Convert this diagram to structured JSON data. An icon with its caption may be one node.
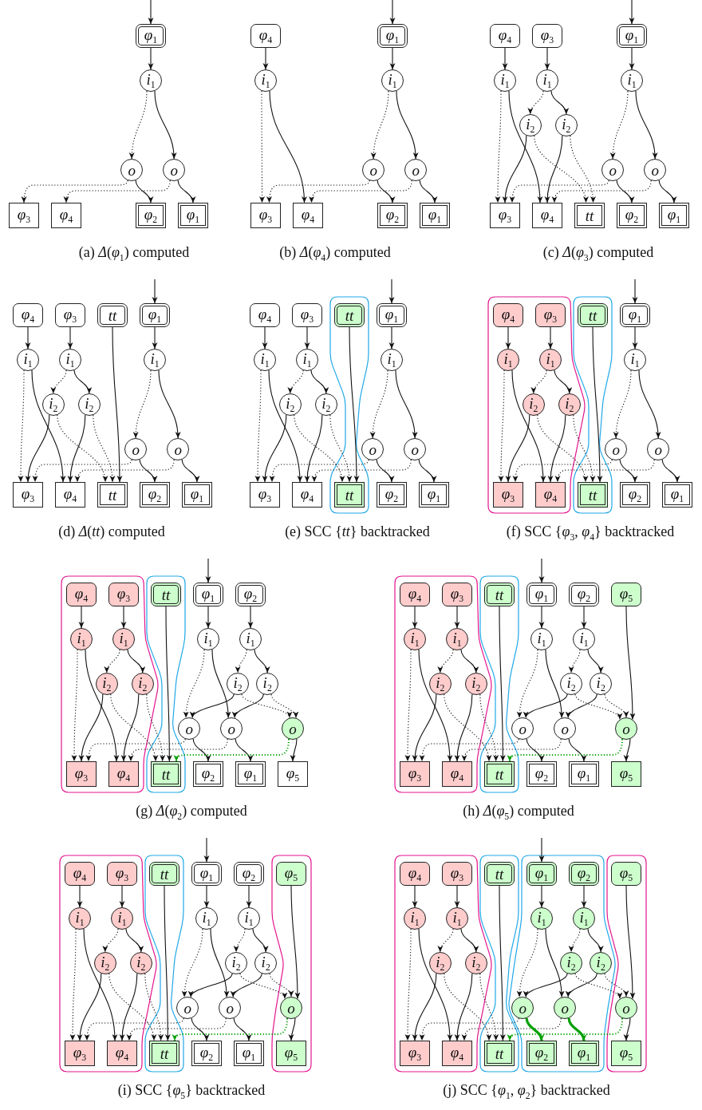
{
  "diagram": {
    "nodes": [
      {
        "text": [
          "φ$_{1}$"
        ]
      },
      {
        "text": [
          "i$_{1}$"
        ]
      },
      {
        "text": [
          "o"
        ]
      },
      {
        "text": [
          "o"
        ]
      },
      {
        "text": [
          "φ$_{3}$"
        ]
      },
      {
        "text": [
          "φ$_{4}$"
        ]
      },
      {
        "text": [
          "φ$_{2}$"
        ]
      },
      {
        "text": [
          "φ$_{1}$"
        ]
      },
      {
        "text": [
          "φ$_{4}$"
        ]
      },
      {
        "text": [
          "φ$_{1}$"
        ]
      },
      {
        "text": [
          "i$_{1}$"
        ]
      },
      {
        "text": [
          "i$_{1}$"
        ]
      },
      {
        "text": [
          "o"
        ]
      },
      {
        "text": [
          "o"
        ]
      },
      {
        "text": [
          "φ$_{3}$"
        ]
      },
      {
        "text": [
          "φ$_{4}$"
        ]
      },
      {
        "text": [
          "φ$_{2}$"
        ]
      },
      {
        "text": [
          "φ$_{1}$"
        ]
      },
      {
        "text": [
          "φ$_{4}$"
        ]
      },
      {
        "text": [
          "φ$_{3}$"
        ]
      },
      {
        "text": [
          "φ$_{1}$"
        ]
      },
      {
        "text": [
          "i$_{1}$"
        ]
      },
      {
        "text": [
          "i$_{1}$"
        ]
      },
      {
        "text": [
          "i$_{1}$"
        ]
      },
      {
        "text": [
          "i$_{2}$"
        ]
      },
      {
        "text": [
          "i$_{2}$"
        ]
      },
      {
        "text": [
          "o"
        ]
      },
      {
        "text": [
          "o"
        ]
      },
      {
        "text": [
          "φ$_{3}$"
        ]
      },
      {
        "text": [
          "φ$_{4}$"
        ]
      },
      {
        "text": [
          "tt"
        ]
      },
      {
        "text": [
          "φ$_{2}$"
        ]
      },
      {
        "text": [
          "φ$_{1}$"
        ]
      },
      {
        "text": [
          "φ$_{4}$"
        ]
      },
      {
        "text": [
          "φ$_{3}$"
        ]
      },
      {
        "text": [
          "tt"
        ]
      },
      {
        "text": [
          "φ$_{1}$"
        ]
      },
      {
        "text": [
          "i$_{1}$"
        ]
      },
      {
        "text": [
          "i$_{1}$"
        ]
      },
      {
        "text": [
          "i$_{1}$"
        ]
      },
      {
        "text": [
          "i$_{2}$"
        ]
      },
      {
        "text": [
          "i$_{2}$"
        ]
      },
      {
        "text": [
          "o"
        ]
      },
      {
        "text": [
          "o"
        ]
      },
      {
        "text": [
          "φ$_{3}$"
        ]
      },
      {
        "text": [
          "φ$_{4}$"
        ]
      },
      {
        "text": [
          "tt"
        ]
      },
      {
        "text": [
          "φ$_{2}$"
        ]
      },
      {
        "text": [
          "φ$_{1}$"
        ]
      },
      {
        "text": [
          "φ$_{4}$"
        ]
      },
      {
        "text": [
          "φ$_{3}$"
        ]
      },
      {
        "text": [],
        "shape": "box"
      },
      {
        "text": [
          "tt"
        ],
        "in": 51
      },
      {
        "text": [
          "φ$_{1}$"
        ]
      },
      {
        "text": [
          "i$_{1}$"
        ]
      },
      {
        "text": [
          "i$_{1}$"
        ]
      },
      {
        "text": [
          "i$_{1}$"
        ]
      },
      {
        "text": [
          "i$_{2}$"
        ]
      },
      {
        "text": [
          "i$_{2}$"
        ]
      },
      {
        "text": [
          "o"
        ]
      },
      {
        "text": [
          "o"
        ]
      },
      {
        "text": [
          "φ$_{3}$"
        ]
      },
      {
        "text": [
          "φ$_{4}$"
        ]
      },
      {
        "text": [
          "tt"
        ],
        "in": 51
      },
      {
        "text": [
          "φ$_{2}$"
        ]
      },
      {
        "text": [
          "φ$_{1}$"
        ]
      },
      {
        "text": [],
        "shape": "box"
      },
      {
        "text": [
          "φ$_{4}$"
        ],
        "in": 66
      },
      {
        "text": [
          "φ$_{3}$"
        ],
        "in": 66
      },
      {
        "text": [],
        "shape": "box"
      },
      {
        "text": [
          "tt"
        ],
        "in": 69
      },
      {
        "text": [
          "φ$_{1}$"
        ]
      },
      {
        "text": [
          "i$_{1}$"
        ],
        "in": 66
      },
      {
        "text": [
          "i$_{1}$"
        ],
        "in": 66
      },
      {
        "text": [
          "i$_{1}$"
        ]
      },
      {
        "text": [
          "i$_{2}$"
        ],
        "in": 66
      },
      {
        "text": [
          "i$_{2}$"
        ],
        "in": 66
      },
      {
        "text": [
          "o"
        ]
      },
      {
        "text": [
          "o"
        ]
      },
      {
        "text": [
          "φ$_{3}$"
        ],
        "in": 66
      },
      {
        "text": [
          "φ$_{4}$"
        ],
        "in": 66
      },
      {
        "text": [
          "tt"
        ],
        "in": 69
      },
      {
        "text": [
          "φ$_{2}$"
        ]
      },
      {
        "text": [
          "φ$_{1}$"
        ]
      },
      {
        "text": [],
        "shape": "box"
      },
      {
        "text": [
          "φ$_{4}$"
        ],
        "in": 84
      },
      {
        "text": [
          "φ$_{3}$"
        ],
        "in": 84
      },
      {
        "text": [],
        "shape": "box"
      },
      {
        "text": [
          "tt"
        ],
        "in": 87
      },
      {
        "text": [
          "φ$_{1}$"
        ]
      },
      {
        "text": [
          "φ$_{2}$"
        ]
      },
      {
        "text": [
          "i$_{1}$"
        ],
        "in": 84
      },
      {
        "text": [
          "i$_{1}$"
        ],
        "in": 84
      },
      {
        "text": [
          "i$_{1}$"
        ]
      },
      {
        "text": [
          "i$_{1}$"
        ]
      },
      {
        "text": [
          "i$_{2}$"
        ],
        "in": 84
      },
      {
        "text": [
          "i$_{2}$"
        ],
        "in": 84
      },
      {
        "text": [
          "i$_{2}$"
        ]
      },
      {
        "text": [
          "i$_{2}$"
        ]
      },
      {
        "text": [
          "o"
        ]
      },
      {
        "text": [
          "o"
        ]
      },
      {
        "text": [
          "o"
        ]
      },
      {
        "text": [
          "φ$_{3}$"
        ],
        "in": 84
      },
      {
        "text": [
          "φ$_{4}$"
        ],
        "in": 84
      },
      {
        "text": [
          "tt"
        ],
        "in": 87
      },
      {
        "text": [
          "φ$_{2}$"
        ]
      },
      {
        "text": [
          "φ$_{1}$"
        ]
      },
      {
        "text": [
          "φ$_{5}$"
        ]
      },
      {
        "text": [],
        "shape": "box"
      },
      {
        "text": [
          "φ$_{4}$"
        ],
        "in": 108
      },
      {
        "text": [
          "φ$_{3}$"
        ],
        "in": 108
      },
      {
        "text": [],
        "shape": "box"
      },
      {
        "text": [
          "tt"
        ],
        "in": 111
      },
      {
        "text": [
          "φ$_{1}$"
        ]
      },
      {
        "text": [
          "φ$_{2}$"
        ]
      },
      {
        "text": [
          "φ$_{5}$"
        ]
      },
      {
        "text": [
          "i$_{1}$"
        ],
        "in": 108
      },
      {
        "text": [
          "i$_{1}$"
        ],
        "in": 108
      },
      {
        "text": [
          "i$_{1}$"
        ]
      },
      {
        "text": [
          "i$_{1}$"
        ]
      },
      {
        "text": [
          "i$_{2}$"
        ],
        "in": 108
      },
      {
        "text": [
          "i$_{2}$"
        ],
        "in": 108
      },
      {
        "text": [
          "i$_{2}$"
        ]
      },
      {
        "text": [
          "i$_{2}$"
        ]
      },
      {
        "text": [
          "o"
        ]
      },
      {
        "text": [
          "o"
        ]
      },
      {
        "text": [
          "o"
        ]
      },
      {
        "text": [
          "φ$_{3}$"
        ],
        "in": 108
      },
      {
        "text": [
          "φ$_{4}$"
        ],
        "in": 108
      },
      {
        "text": [
          "tt"
        ],
        "in": 111
      },
      {
        "text": [
          "φ$_{2}$"
        ]
      },
      {
        "text": [
          "φ$_{1}$"
        ]
      },
      {
        "text": [
          "φ$_{5}$"
        ]
      },
      {
        "text": [],
        "shape": "box"
      },
      {
        "text": [
          "φ$_{4}$"
        ],
        "in": 133
      },
      {
        "text": [
          "φ$_{3}$"
        ],
        "in": 133
      },
      {
        "text": [],
        "shape": "box"
      },
      {
        "text": [
          "tt"
        ],
        "in": 136
      },
      {
        "text": [
          "φ$_{1}$"
        ]
      },
      {
        "text": [
          "φ$_{2}$"
        ]
      },
      {
        "text": [],
        "shape": "box"
      },
      {
        "text": [
          "φ$_{5}$"
        ],
        "in": 140
      },
      {
        "text": [
          "i$_{1}$"
        ],
        "in": 133
      },
      {
        "text": [
          "i$_{1}$"
        ],
        "in": 133
      },
      {
        "text": [
          "i$_{1}$"
        ]
      },
      {
        "text": [
          "i$_{1}$"
        ]
      },
      {
        "text": [
          "i$_{2}$"
        ],
        "in": 133
      },
      {
        "text": [
          "i$_{2}$"
        ],
        "in": 133
      },
      {
        "text": [
          "i$_{2}$"
        ]
      },
      {
        "text": [
          "i$_{2}$"
        ]
      },
      {
        "text": [
          "o"
        ]
      },
      {
        "text": [
          "o"
        ]
      },
      {
        "text": [
          "o"
        ],
        "in": 140
      },
      {
        "text": [
          "φ$_{3}$"
        ],
        "in": 133
      },
      {
        "text": [
          "φ$_{4}$"
        ],
        "in": 133
      },
      {
        "text": [
          "tt"
        ],
        "in": 136
      },
      {
        "text": [
          "φ$_{2}$"
        ]
      },
      {
        "text": [
          "φ$_{1}$"
        ]
      },
      {
        "text": [
          "φ$_{5}$"
        ],
        "in": 140
      },
      {
        "text": [],
        "shape": "box"
      },
      {
        "text": [
          "φ$_{4}$"
        ],
        "in": 159
      },
      {
        "text": [
          "φ$_{3}$"
        ],
        "in": 159
      },
      {
        "text": [],
        "shape": "box"
      },
      {
        "text": [
          "tt"
        ],
        "in": 162
      },
      {
        "text": [],
        "shape": "box"
      },
      {
        "text": [
          "φ$_{1}$"
        ],
        "in": 164
      },
      {
        "text": [
          "φ$_{2}$"
        ],
        "in": 164
      },
      {
        "text": [],
        "shape": "box"
      },
      {
        "text": [
          "φ$_{5}$"
        ],
        "in": 167
      },
      {
        "text": [
          "i$_{1}$"
        ],
        "in": 159
      },
      {
        "text": [
          "i$_{1}$"
        ],
        "in": 159
      },
      {
        "text": [
          "i$_{1}$"
        ],
        "in": 164
      },
      {
        "text": [
          "i$_{1}$"
        ],
        "in": 164
      },
      {
        "text": [
          "i$_{2}$"
        ],
        "in": 159
      },
      {
        "text": [
          "i$_{2}$"
        ],
        "in": 159
      },
      {
        "text": [
          "i$_{2}$"
        ],
        "in": 164
      },
      {
        "text": [
          "i$_{2}$"
        ],
        "in": 164
      },
      {
        "text": [
          "o"
        ],
        "in": 164
      },
      {
        "text": [
          "o"
        ],
        "in": 164
      },
      {
        "text": [
          "o"
        ],
        "in": 167
      },
      {
        "text": [
          "φ$_{3}$"
        ],
        "in": 159
      },
      {
        "text": [
          "φ$_{4}$"
        ],
        "in": 159
      },
      {
        "text": [
          "tt"
        ],
        "in": 162
      },
      {
        "text": [
          "φ$_{2}$"
        ],
        "in": 164
      },
      {
        "text": [
          "φ$_{1}$"
        ],
        "in": 164
      },
      {
        "text": [
          "φ$_{5}$"
        ],
        "in": 167
      }
    ],
    "edges": [
      {
        "from": null,
        "to": 0,
        "arrow": "to"
      },
      {
        "from": 0,
        "to": 1,
        "arrow": "to"
      },
      {
        "from": 1,
        "to": 2,
        "arrow": "to",
        "style": "dashed"
      },
      {
        "from": 1,
        "to": 3,
        "arrow": "to"
      },
      {
        "from": 2,
        "to": 4,
        "arrow": "to",
        "style": "dashed"
      },
      {
        "from": 3,
        "to": 5,
        "arrow": "to",
        "style": "dashed"
      },
      {
        "from": 2,
        "to": 6,
        "arrow": "to"
      },
      {
        "from": 3,
        "to": 7,
        "arrow": "to"
      },
      {
        "from": null,
        "to": 9,
        "arrow": "to"
      },
      {
        "from": 8,
        "to": 10,
        "arrow": "to"
      },
      {
        "from": 9,
        "to": 11,
        "arrow": "to"
      },
      {
        "from": 10,
        "to": 14,
        "arrow": "to",
        "style": "dashed"
      },
      {
        "from": 10,
        "to": 15,
        "arrow": "to"
      },
      {
        "from": 11,
        "to": 12,
        "arrow": "to",
        "style": "dashed"
      },
      {
        "from": 11,
        "to": 13,
        "arrow": "to"
      },
      {
        "from": 12,
        "to": 14,
        "arrow": "to",
        "style": "dashed"
      },
      {
        "from": 13,
        "to": 15,
        "arrow": "to",
        "style": "dashed"
      },
      {
        "from": 12,
        "to": 16,
        "arrow": "to"
      },
      {
        "from": 13,
        "to": 17,
        "arrow": "to"
      },
      {
        "from": null,
        "to": 20,
        "arrow": "to"
      },
      {
        "from": 18,
        "to": 21,
        "arrow": "to"
      },
      {
        "from": 19,
        "to": 22,
        "arrow": "to"
      },
      {
        "from": 20,
        "to": 23,
        "arrow": "to"
      },
      {
        "from": 21,
        "to": 28,
        "arrow": "to",
        "style": "dashed"
      },
      {
        "from": 21,
        "to": 29,
        "arrow": "to"
      },
      {
        "from": 22,
        "to": 24,
        "arrow": "to",
        "style": "dashed"
      },
      {
        "from": 22,
        "to": 25,
        "arrow": "to"
      },
      {
        "from": 24,
        "to": 28,
        "arrow": "to"
      },
      {
        "from": 24,
        "to": 30,
        "arrow": "to",
        "style": "dashed"
      },
      {
        "from": 25,
        "to": 29,
        "arrow": "to"
      },
      {
        "from": 25,
        "to": 30,
        "arrow": "to",
        "style": "dashed"
      },
      {
        "from": 23,
        "to": 26,
        "arrow": "to",
        "style": "dashed"
      },
      {
        "from": 23,
        "to": 27,
        "arrow": "to"
      },
      {
        "from": 26,
        "to": 28,
        "arrow": "to",
        "style": "dashed"
      },
      {
        "from": 27,
        "to": 29,
        "arrow": "to",
        "style": "dashed"
      },
      {
        "from": 26,
        "to": 31,
        "arrow": "to"
      },
      {
        "from": 27,
        "to": 32,
        "arrow": "to"
      },
      {
        "from": null,
        "to": 36,
        "arrow": "to"
      },
      {
        "from": 33,
        "to": 37,
        "arrow": "to"
      },
      {
        "from": 34,
        "to": 38,
        "arrow": "to"
      },
      {
        "from": 35,
        "to": 46,
        "arrow": "to"
      },
      {
        "from": 36,
        "to": 39,
        "arrow": "to"
      },
      {
        "from": 37,
        "to": 44,
        "arrow": "to",
        "style": "dashed"
      },
      {
        "from": 37,
        "to": 45,
        "arrow": "to"
      },
      {
        "from": 38,
        "to": 40,
        "arrow": "to",
        "style": "dashed"
      },
      {
        "from": 38,
        "to": 41,
        "arrow": "to"
      },
      {
        "from": 40,
        "to": 44,
        "arrow": "to"
      },
      {
        "from": 40,
        "to": 46,
        "arrow": "to",
        "style": "dashed"
      },
      {
        "from": 41,
        "to": 45,
        "arrow": "to"
      },
      {
        "from": 41,
        "to": 46,
        "arrow": "to",
        "style": "dashed"
      },
      {
        "from": 39,
        "to": 42,
        "arrow": "to",
        "style": "dashed"
      },
      {
        "from": 39,
        "to": 43,
        "arrow": "to"
      },
      {
        "from": 42,
        "to": 44,
        "arrow": "to",
        "style": "dashed"
      },
      {
        "from": 43,
        "to": 45,
        "arrow": "to",
        "style": "dashed"
      },
      {
        "from": 42,
        "to": 47,
        "arrow": "to"
      },
      {
        "from": 43,
        "to": 48,
        "arrow": "to"
      },
      {
        "from": null,
        "to": 53,
        "arrow": "to"
      },
      {
        "from": 49,
        "to": 54,
        "arrow": "to"
      },
      {
        "from": 50,
        "to": 55,
        "arrow": "to"
      },
      {
        "from": 52,
        "to": 63,
        "arrow": "to"
      },
      {
        "from": 53,
        "to": 56,
        "arrow": "to"
      },
      {
        "from": 54,
        "to": 61,
        "arrow": "to",
        "style": "dashed"
      },
      {
        "from": 54,
        "to": 62,
        "arrow": "to"
      },
      {
        "from": 55,
        "to": 57,
        "arrow": "to",
        "style": "dashed"
      },
      {
        "from": 55,
        "to": 58,
        "arrow": "to"
      },
      {
        "from": 57,
        "to": 61,
        "arrow": "to"
      },
      {
        "from": 57,
        "to": 63,
        "arrow": "to",
        "style": "dashed"
      },
      {
        "from": 58,
        "to": 62,
        "arrow": "to"
      },
      {
        "from": 58,
        "to": 63,
        "arrow": "to",
        "style": "dashed"
      },
      {
        "from": 56,
        "to": 59,
        "arrow": "to",
        "style": "dashed"
      },
      {
        "from": 56,
        "to": 60,
        "arrow": "to"
      },
      {
        "from": 59,
        "to": 61,
        "arrow": "to",
        "style": "dashed"
      },
      {
        "from": 60,
        "to": 62,
        "arrow": "to",
        "style": "dashed"
      },
      {
        "from": 59,
        "to": 64,
        "arrow": "to"
      },
      {
        "from": 60,
        "to": 65,
        "arrow": "to"
      },
      {
        "from": null,
        "to": 71,
        "arrow": "to"
      },
      {
        "from": 67,
        "to": 72,
        "arrow": "to"
      },
      {
        "from": 68,
        "to": 73,
        "arrow": "to"
      },
      {
        "from": 70,
        "to": 81,
        "arrow": "to"
      },
      {
        "from": 71,
        "to": 74,
        "arrow": "to"
      },
      {
        "from": 72,
        "to": 79,
        "arrow": "to",
        "style": "dashed"
      },
      {
        "from": 72,
        "to": 80,
        "arrow": "to"
      },
      {
        "from": 73,
        "to": 75,
        "arrow": "to",
        "style": "dashed"
      },
      {
        "from": 73,
        "to": 76,
        "arrow": "to"
      },
      {
        "from": 75,
        "to": 79,
        "arrow": "to"
      },
      {
        "from": 75,
        "to": 81,
        "arrow": "to",
        "style": "dashed"
      },
      {
        "from": 76,
        "to": 80,
        "arrow": "to"
      },
      {
        "from": 76,
        "to": 81,
        "arrow": "to",
        "style": "dashed"
      },
      {
        "from": 74,
        "to": 77,
        "arrow": "to",
        "style": "dashed"
      },
      {
        "from": 74,
        "to": 78,
        "arrow": "to"
      },
      {
        "from": 77,
        "to": 79,
        "arrow": "to",
        "style": "dashed"
      },
      {
        "from": 78,
        "to": 80,
        "arrow": "to",
        "style": "dashed"
      },
      {
        "from": 77,
        "to": 82,
        "arrow": "to"
      },
      {
        "from": 78,
        "to": 83,
        "arrow": "to"
      },
      {
        "from": null,
        "to": 89,
        "arrow": "to"
      },
      {
        "from": 85,
        "to": 91,
        "arrow": "to"
      },
      {
        "from": 86,
        "to": 92,
        "arrow": "to"
      },
      {
        "from": 88,
        "to": 104,
        "arrow": "to"
      },
      {
        "from": 89,
        "to": 93,
        "arrow": "to"
      },
      {
        "from": 90,
        "to": 94,
        "arrow": "to"
      },
      {
        "from": 91,
        "to": 102,
        "arrow": "to",
        "style": "dashed"
      },
      {
        "from": 91,
        "to": 103,
        "arrow": "to"
      },
      {
        "from": 92,
        "to": 95,
        "arrow": "to",
        "style": "dashed"
      },
      {
        "from": 92,
        "to": 96,
        "arrow": "to"
      },
      {
        "from": 95,
        "to": 102,
        "arrow": "to"
      },
      {
        "from": 95,
        "to": 104,
        "arrow": "to",
        "style": "dashed"
      },
      {
        "from": 96,
        "to": 103,
        "arrow": "to"
      },
      {
        "from": 96,
        "to": 104,
        "arrow": "to",
        "style": "dashed"
      },
      {
        "from": 93,
        "to": 99,
        "arrow": "to",
        "style": "dashed"
      },
      {
        "from": 93,
        "to": 100,
        "arrow": "to"
      },
      {
        "from": 94,
        "to": 97,
        "arrow": "to",
        "style": "dashed"
      },
      {
        "from": 94,
        "to": 98,
        "arrow": "to"
      },
      {
        "from": 97,
        "to": 99,
        "arrow": "to"
      },
      {
        "from": 97,
        "to": 101,
        "arrow": "to",
        "style": "dashed"
      },
      {
        "from": 98,
        "to": 100,
        "arrow": "to"
      },
      {
        "from": 98,
        "to": 101,
        "arrow": "to",
        "style": "dashed"
      },
      {
        "from": 99,
        "to": 102,
        "arrow": "to",
        "style": "dashed"
      },
      {
        "from": 100,
        "to": 103,
        "arrow": "to",
        "style": "dashed"
      },
      {
        "from": 99,
        "to": 105,
        "arrow": "to"
      },
      {
        "from": 100,
        "to": 106,
        "arrow": "to"
      },
      {
        "from": 101,
        "to": 104,
        "arrow": "to",
        "style": "dashed",
        "color": "#00a000"
      },
      {
        "from": 101,
        "to": 107,
        "arrow": "to"
      },
      {
        "from": null,
        "to": 113,
        "arrow": "to"
      },
      {
        "from": 109,
        "to": 116,
        "arrow": "to"
      },
      {
        "from": 110,
        "to": 117,
        "arrow": "to"
      },
      {
        "from": 112,
        "to": 129,
        "arrow": "to"
      },
      {
        "from": 113,
        "to": 118,
        "arrow": "to"
      },
      {
        "from": 114,
        "to": 119,
        "arrow": "to"
      },
      {
        "from": 115,
        "to": 126,
        "arrow": "to"
      },
      {
        "from": 116,
        "to": 127,
        "arrow": "to",
        "style": "dashed"
      },
      {
        "from": 116,
        "to": 128,
        "arrow": "to"
      },
      {
        "from": 117,
        "to": 120,
        "arrow": "to",
        "style": "dashed"
      },
      {
        "from": 117,
        "to": 121,
        "arrow": "to"
      },
      {
        "from": 120,
        "to": 127,
        "arrow": "to"
      },
      {
        "from": 120,
        "to": 129,
        "arrow": "to",
        "style": "dashed"
      },
      {
        "from": 121,
        "to": 128,
        "arrow": "to"
      },
      {
        "from": 121,
        "to": 129,
        "arrow": "to",
        "style": "dashed"
      },
      {
        "from": 118,
        "to": 124,
        "arrow": "to",
        "style": "dashed"
      },
      {
        "from": 118,
        "to": 125,
        "arrow": "to"
      },
      {
        "from": 119,
        "to": 122,
        "arrow": "to",
        "style": "dashed"
      },
      {
        "from": 119,
        "to": 123,
        "arrow": "to"
      },
      {
        "from": 122,
        "to": 124,
        "arrow": "to"
      },
      {
        "from": 122,
        "to": 126,
        "arrow": "to",
        "style": "dashed"
      },
      {
        "from": 123,
        "to": 125,
        "arrow": "to"
      },
      {
        "from": 123,
        "to": 126,
        "arrow": "to",
        "style": "dashed"
      },
      {
        "from": 124,
        "to": 127,
        "arrow": "to",
        "style": "dashed"
      },
      {
        "from": 125,
        "to": 128,
        "arrow": "to",
        "style": "dashed"
      },
      {
        "from": 124,
        "to": 130,
        "arrow": "to"
      },
      {
        "from": 125,
        "to": 131,
        "arrow": "to"
      },
      {
        "from": 126,
        "to": 129,
        "arrow": "to",
        "style": "dashed",
        "color": "#00a000"
      },
      {
        "from": 126,
        "to": 132,
        "arrow": "to"
      },
      {
        "from": null,
        "to": 138,
        "arrow": "to"
      },
      {
        "from": 134,
        "to": 142,
        "arrow": "to"
      },
      {
        "from": 135,
        "to": 143,
        "arrow": "to"
      },
      {
        "from": 137,
        "to": 155,
        "arrow": "to"
      },
      {
        "from": 138,
        "to": 144,
        "arrow": "to"
      },
      {
        "from": 139,
        "to": 145,
        "arrow": "to"
      },
      {
        "from": 141,
        "to": 152,
        "arrow": "to"
      },
      {
        "from": 142,
        "to": 153,
        "arrow": "to",
        "style": "dashed"
      },
      {
        "from": 142,
        "to": 154,
        "arrow": "to"
      },
      {
        "from": 143,
        "to": 146,
        "arrow": "to",
        "style": "dashed"
      },
      {
        "from": 143,
        "to": 147,
        "arrow": "to"
      },
      {
        "from": 146,
        "to": 153,
        "arrow": "to"
      },
      {
        "from": 146,
        "to": 155,
        "arrow": "to",
        "style": "dashed"
      },
      {
        "from": 147,
        "to": 154,
        "arrow": "to"
      },
      {
        "from": 147,
        "to": 155,
        "arrow": "to",
        "style": "dashed"
      },
      {
        "from": 144,
        "to": 150,
        "arrow": "to",
        "style": "dashed"
      },
      {
        "from": 144,
        "to": 151,
        "arrow": "to"
      },
      {
        "from": 145,
        "to": 148,
        "arrow": "to",
        "style": "dashed"
      },
      {
        "from": 145,
        "to": 149,
        "arrow": "to"
      },
      {
        "from": 148,
        "to": 150,
        "arrow": "to"
      },
      {
        "from": 148,
        "to": 152,
        "arrow": "to",
        "style": "dashed"
      },
      {
        "from": 149,
        "to": 151,
        "arrow": "to"
      },
      {
        "from": 149,
        "to": 152,
        "arrow": "to",
        "style": "dashed"
      },
      {
        "from": 150,
        "to": 153,
        "arrow": "to",
        "style": "dashed"
      },
      {
        "from": 151,
        "to": 154,
        "arrow": "to",
        "style": "dashed"
      },
      {
        "from": 150,
        "to": 156,
        "arrow": "to"
      },
      {
        "from": 151,
        "to": 157,
        "arrow": "to"
      },
      {
        "from": 152,
        "to": 155,
        "arrow": "to",
        "style": "dashed",
        "color": "#00a000"
      },
      {
        "from": 152,
        "to": 158,
        "arrow": "to"
      },
      {
        "from": null,
        "to": 165,
        "arrow": "to"
      },
      {
        "from": 160,
        "to": 169,
        "arrow": "to"
      },
      {
        "from": 161,
        "to": 170,
        "arrow": "to"
      },
      {
        "from": 163,
        "to": 182,
        "arrow": "to"
      },
      {
        "from": 165,
        "to": 171,
        "arrow": "to"
      },
      {
        "from": 166,
        "to": 172,
        "arrow": "to"
      },
      {
        "from": 168,
        "to": 179,
        "arrow": "to"
      },
      {
        "from": 169,
        "to": 180,
        "arrow": "to",
        "style": "dashed"
      },
      {
        "from": 169,
        "to": 181,
        "arrow": "to"
      },
      {
        "from": 170,
        "to": 173,
        "arrow": "to",
        "style": "dashed"
      },
      {
        "from": 170,
        "to": 174,
        "arrow": "to"
      },
      {
        "from": 173,
        "to": 180,
        "arrow": "to"
      },
      {
        "from": 173,
        "to": 182,
        "arrow": "to",
        "style": "dashed"
      },
      {
        "from": 174,
        "to": 181,
        "arrow": "to"
      },
      {
        "from": 174,
        "to": 182,
        "arrow": "to",
        "style": "dashed"
      },
      {
        "from": 171,
        "to": 177,
        "arrow": "to",
        "style": "dashed"
      },
      {
        "from": 171,
        "to": 178,
        "arrow": "to"
      },
      {
        "from": 172,
        "to": 175,
        "arrow": "to",
        "style": "dashed"
      },
      {
        "from": 172,
        "to": 176,
        "arrow": "to"
      },
      {
        "from": 175,
        "to": 177,
        "arrow": "to"
      },
      {
        "from": 175,
        "to": 179,
        "arrow": "to",
        "style": "dashed"
      },
      {
        "from": 176,
        "to": 178,
        "arrow": "to"
      },
      {
        "from": 176,
        "to": 179,
        "arrow": "to",
        "style": "dashed"
      },
      {
        "from": 177,
        "to": 180,
        "arrow": "to",
        "style": "dashed"
      },
      {
        "from": 178,
        "to": 181,
        "arrow": "to",
        "style": "dashed"
      },
      {
        "from": 177,
        "to": 183,
        "arrow": "to",
        "style": "thick",
        "color": "#00a000"
      },
      {
        "from": 178,
        "to": 184,
        "arrow": "to",
        "style": "thick",
        "color": "#00a000"
      },
      {
        "from": 179,
        "to": 182,
        "arrow": "to",
        "style": "dashed",
        "color": "#00a000"
      },
      {
        "from": 179,
        "to": 185,
        "arrow": "to"
      }
    ],
    "labels": [
      "(a) *Δ*(*φ*$_{1}$) computed",
      "(b) *Δ*(*φ*$_{4}$) computed",
      "(c) *Δ*(*φ*$_{3}$) computed",
      "(d) *Δ*(*tt*) computed",
      "(e) SCC {*tt*} backtracked",
      "(f) SCC {*φ*$_{3}$, *φ*$_{4}$} backtracked",
      "(g) *Δ*(*φ*$_{2}$) computed",
      "(h) *Δ*(*φ*$_{5}$) computed",
      "(i) SCC {*φ*$_{5}$} backtracked",
      "(j) SCC {*φ*$_{1}$, *φ*$_{2}$} backtracked"
    ]
  }
}
